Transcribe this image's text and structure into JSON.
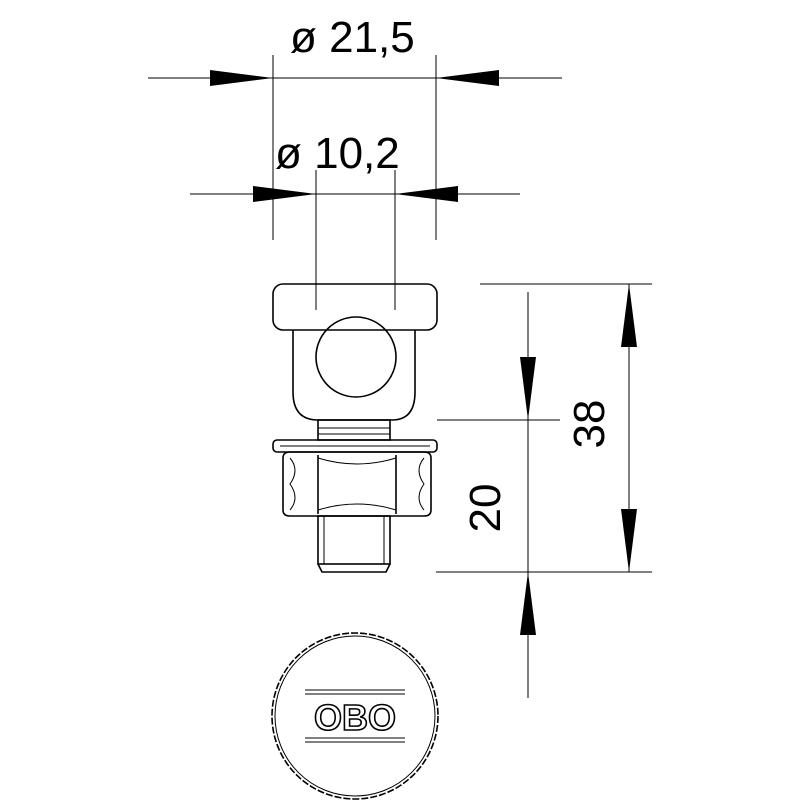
{
  "dimensions": {
    "outer_diameter": "ø 21,5",
    "inner_diameter": "ø 10,2",
    "total_height": "38",
    "thread_length": "20"
  },
  "logo": {
    "text": "OBO"
  }
}
